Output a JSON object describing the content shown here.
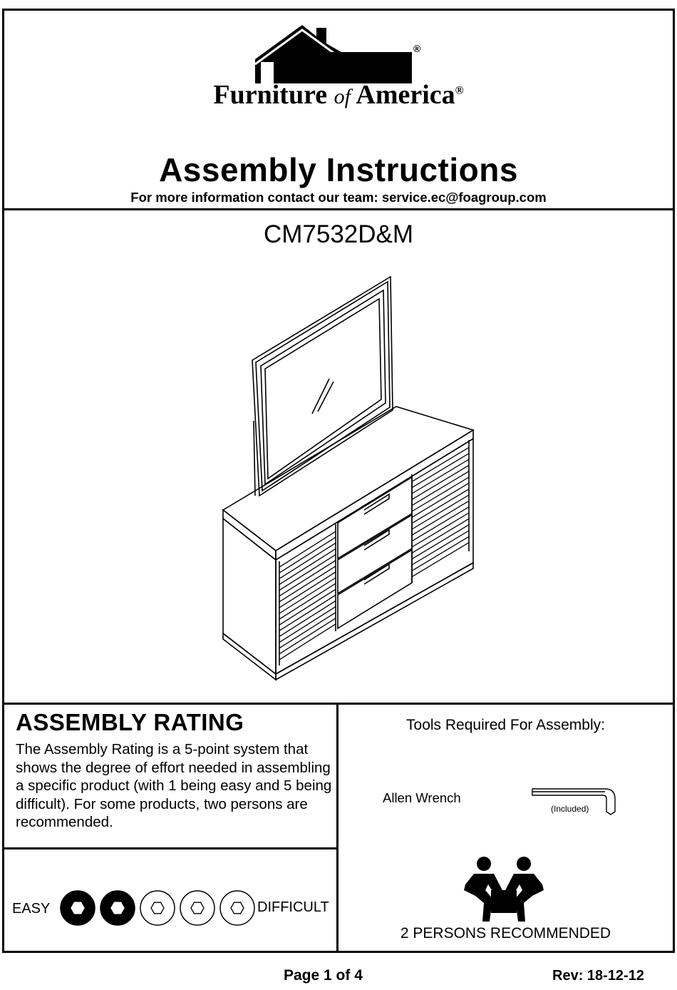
{
  "header": {
    "brand": {
      "part1": "Furniture",
      "part2": "of",
      "part3": "America"
    },
    "registered_mark": "®",
    "title": "Assembly  Instructions",
    "contact": "For more information contact our team: service.ec@foagroup.com"
  },
  "product": {
    "model": "CM7532D&M"
  },
  "rating": {
    "heading": "ASSEMBLY  RATING",
    "description": "The Assembly Rating is a 5-point system that shows the degree of effort needed in assembling a specific product (with 1 being easy and 5 being difficult).  For some products, two persons are recommended.",
    "easy_label": "EASY",
    "difficult_label": "DIFFICULT",
    "level": 2,
    "max": 5
  },
  "tools": {
    "heading": "Tools Required For Assembly:",
    "items": [
      {
        "name": "Allen Wrench",
        "note": "(Included)",
        "icon": "allen-wrench-icon"
      }
    ],
    "persons_label": "2 PERSONS RECOMMENDED",
    "persons_icon": "two-persons-icon"
  },
  "footer": {
    "page": "Page 1 of  4",
    "rev": "Rev: 18-12-12"
  }
}
